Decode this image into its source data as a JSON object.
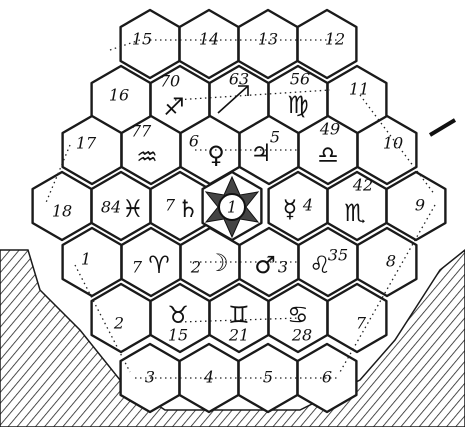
{
  "cells": [
    {
      "id": "15",
      "label": "15",
      "symbol": ""
    },
    {
      "id": "14",
      "label": "14",
      "symbol": ""
    },
    {
      "id": "13",
      "label": "13",
      "symbol": ""
    },
    {
      "id": "12",
      "label": "12",
      "symbol": ""
    },
    {
      "id": "16",
      "label": "16",
      "symbol": ""
    },
    {
      "id": "70",
      "label": "70",
      "symbol": "♐"
    },
    {
      "id": "63",
      "label": "63",
      "symbol": ""
    },
    {
      "id": "56",
      "label": "56",
      "symbol": "♍"
    },
    {
      "id": "11",
      "label": "11",
      "symbol": ""
    },
    {
      "id": "17",
      "label": "17",
      "symbol": ""
    },
    {
      "id": "77",
      "label": "77",
      "symbol": "♒"
    },
    {
      "id": "6",
      "label": "6",
      "symbol": "♀"
    },
    {
      "id": "5",
      "label": "5",
      "symbol": "♃"
    },
    {
      "id": "49",
      "label": "49",
      "symbol": "♎"
    },
    {
      "id": "10",
      "label": "10",
      "symbol": ""
    },
    {
      "id": "18",
      "label": "18",
      "symbol": ""
    },
    {
      "id": "84",
      "label": "84",
      "symbol": "♓"
    },
    {
      "id": "7h",
      "label": "7",
      "symbol": "♄"
    },
    {
      "id": "1",
      "label": "1",
      "symbol": ""
    },
    {
      "id": "4",
      "label": "4",
      "symbol": "☿"
    },
    {
      "id": "42",
      "label": "42",
      "symbol": "♏"
    },
    {
      "id": "9",
      "label": "9",
      "symbol": ""
    },
    {
      "id": "1b",
      "label": "1",
      "symbol": ""
    },
    {
      "id": "7a",
      "label": "7",
      "symbol": "♈"
    },
    {
      "id": "2m",
      "label": "2",
      "symbol": "☽"
    },
    {
      "id": "3",
      "label": "3",
      "symbol": "♂"
    },
    {
      "id": "35",
      "label": "35",
      "symbol": "♌"
    },
    {
      "id": "8",
      "label": "8",
      "symbol": ""
    },
    {
      "id": "2",
      "label": "2",
      "symbol": ""
    },
    {
      "id": "15t",
      "label": "15",
      "symbol": "♉"
    },
    {
      "id": "21",
      "label": "21",
      "symbol": "♊"
    },
    {
      "id": "28",
      "label": "28",
      "symbol": "♋"
    },
    {
      "id": "7",
      "label": "7",
      "symbol": ""
    },
    {
      "id": "3b",
      "label": "3",
      "symbol": ""
    },
    {
      "id": "4b",
      "label": "4",
      "symbol": ""
    },
    {
      "id": "5b",
      "label": "5",
      "symbol": ""
    },
    {
      "id": "6b",
      "label": "6",
      "symbol": ""
    }
  ],
  "center": {
    "label": "1"
  }
}
